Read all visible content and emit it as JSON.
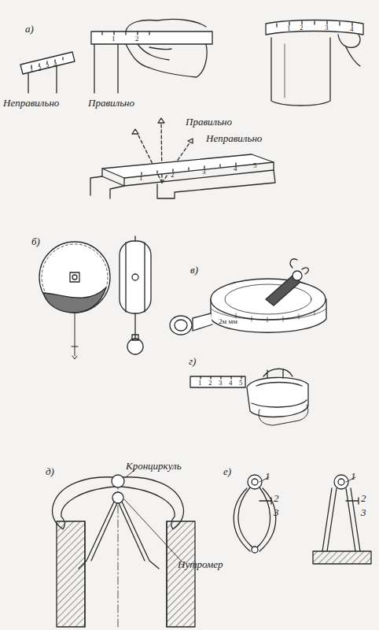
{
  "diagram": {
    "labels": [
      "а)",
      "Неправильно",
      "Правильно",
      "Правильно",
      "Неправильно",
      "1",
      "2",
      "3",
      "4",
      "1",
      "2",
      "1",
      "2",
      "3",
      "4",
      "1",
      "2",
      "3",
      "4",
      "5",
      "б)",
      "в)",
      "2м мм",
      "г)",
      "1",
      "2",
      "3",
      "4",
      "5",
      "д)",
      "Кронциркуль",
      "Нутромер",
      "е)",
      "1",
      "2",
      "3",
      "1",
      "2",
      "3"
    ]
  }
}
